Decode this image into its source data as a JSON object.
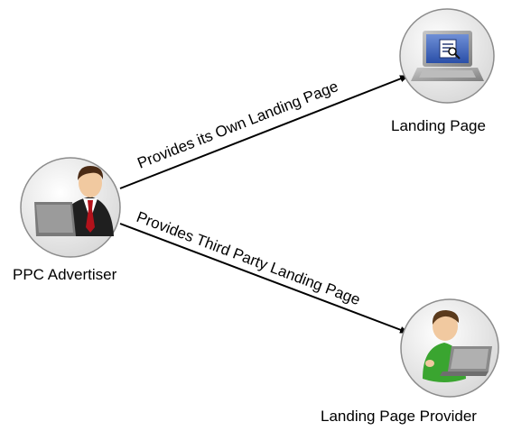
{
  "nodes": {
    "advertiser": {
      "label": "PPC Advertiser",
      "icon": "businessman-with-laptop-icon"
    },
    "landing_page": {
      "label": "Landing Page",
      "icon": "laptop-with-search-page-icon"
    },
    "provider": {
      "label": "Landing Page Provider",
      "icon": "person-with-laptop-icon"
    }
  },
  "edges": {
    "own": {
      "label": "Provides its Own Landing Page",
      "from": "PPC Advertiser",
      "to": "Landing Page"
    },
    "third_party": {
      "label": "Provides Third Party Landing Page",
      "from": "PPC Advertiser",
      "to": "Landing Page Provider"
    }
  },
  "colors": {
    "circle_fill": "#e6e6e6",
    "circle_stroke": "#8c8c8c",
    "arrow": "#000000",
    "suit": "#1f1f1f",
    "tie": "#b3121b",
    "shirt_green": "#3aa530",
    "laptop_gray": "#9a9a9a",
    "skin": "#f1c9a0"
  }
}
